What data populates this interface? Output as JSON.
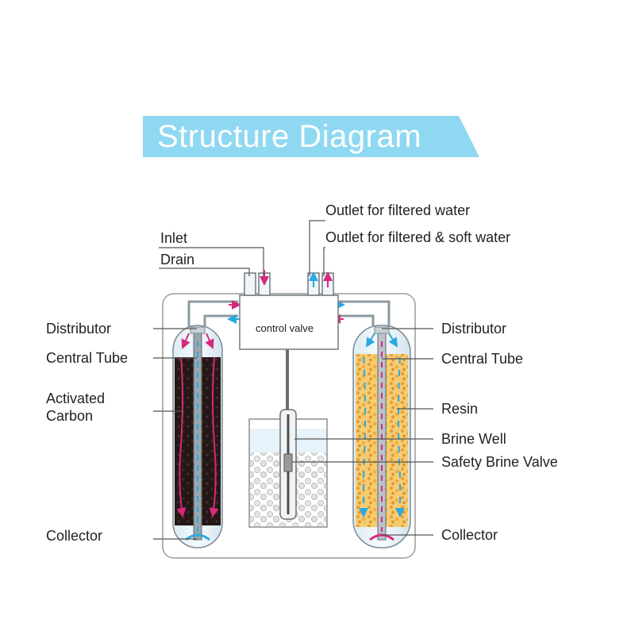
{
  "title": "Structure Diagram",
  "colors": {
    "banner": "#8fd8f2",
    "carbon": "#241816",
    "resin": "#f0b040",
    "water_arrow": "#2aa9e0",
    "flow_arrow": "#d8287e"
  },
  "labels": {
    "outlet_filtered": "Outlet for filtered water",
    "outlet_soft": "Outlet for filtered & soft water",
    "inlet": "Inlet",
    "drain": "Drain",
    "control_valve": "control valve",
    "distributor_left": "Distributor",
    "central_tube_left": "Central Tube",
    "activated_carbon_line1": "Activated",
    "activated_carbon_line2": "Carbon",
    "collector_left": "Collector",
    "distributor_right": "Distributor",
    "central_tube_right": "Central Tube",
    "resin": "Resin",
    "brine_well": "Brine Well",
    "safety_brine_valve": "Safety Brine Valve",
    "collector_right": "Collector"
  }
}
